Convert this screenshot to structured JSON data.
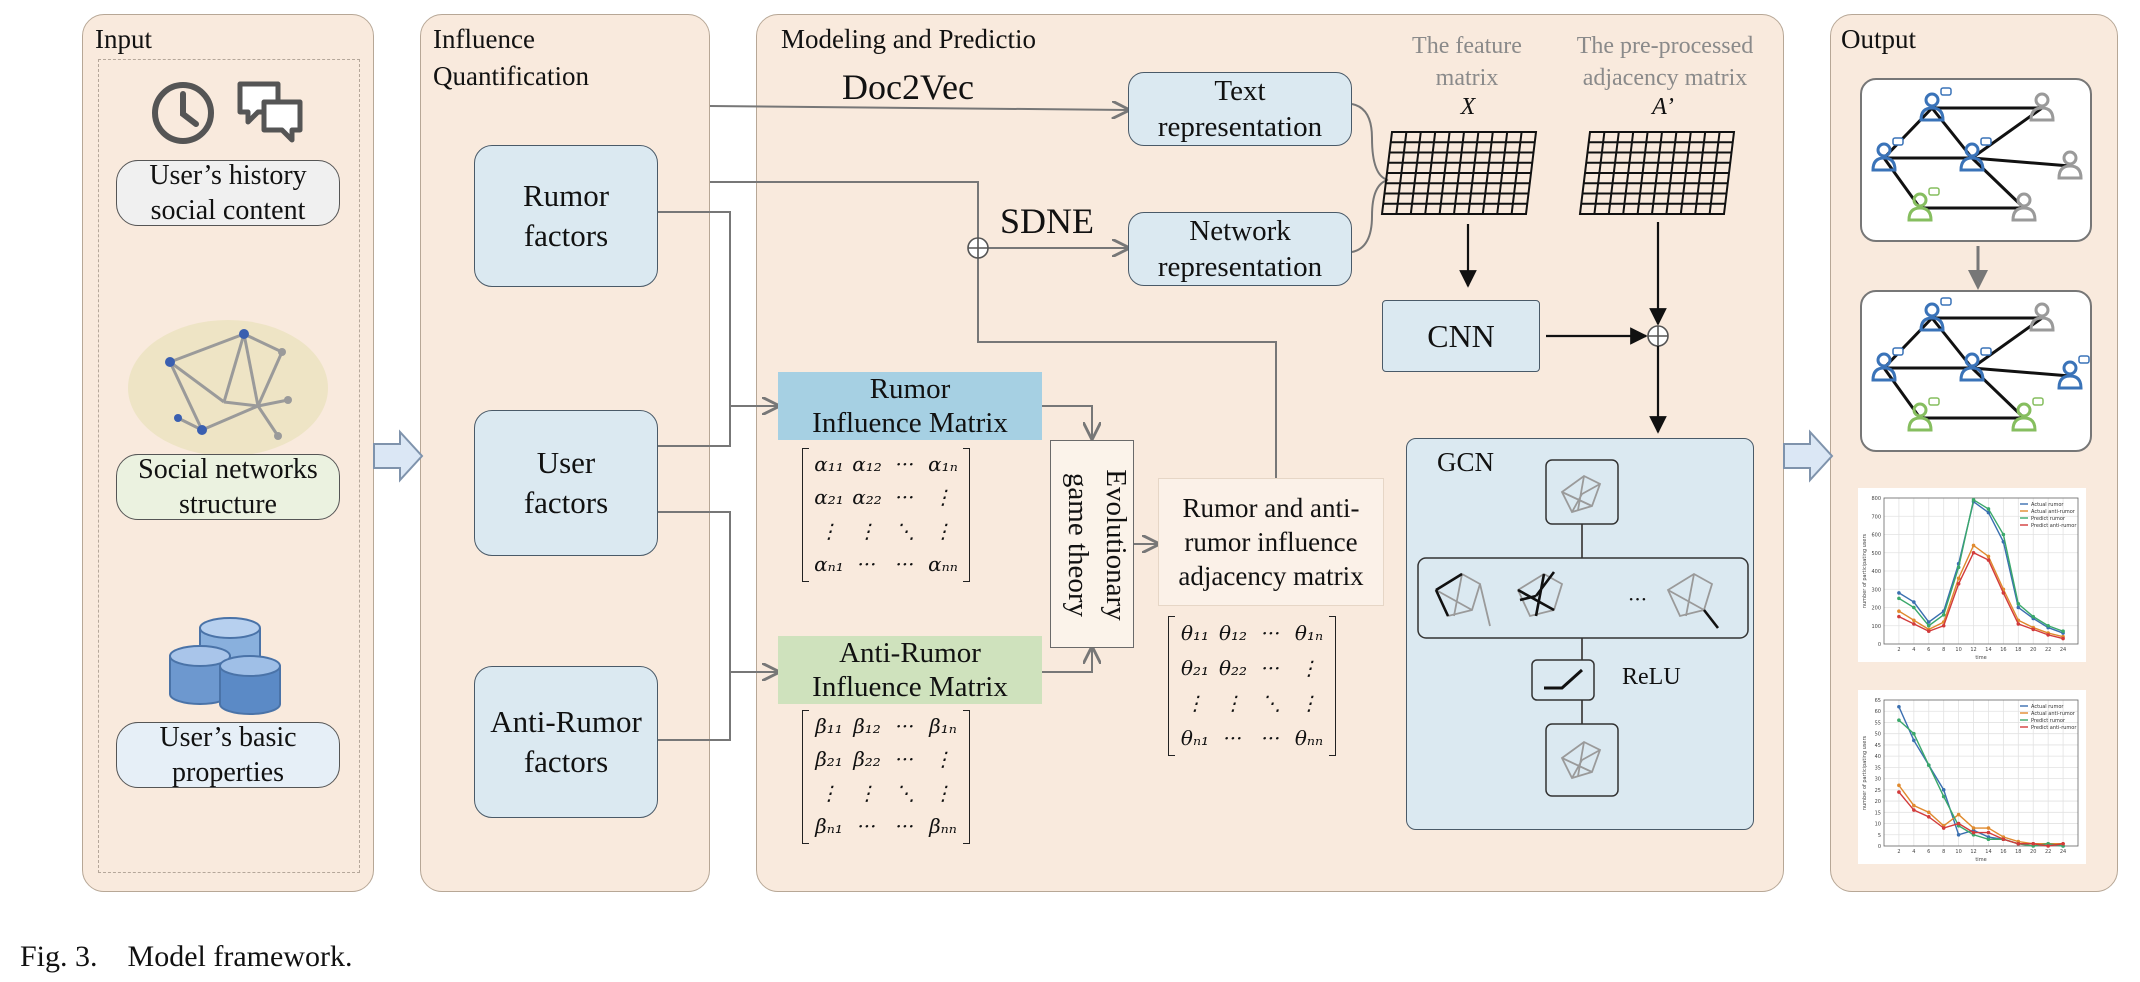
{
  "panels": {
    "input": "Input",
    "influence": "Influence\nQuantification",
    "modeling": "Modeling and Predictio",
    "output": "Output"
  },
  "inputs": {
    "history": "User’s history\nsocial content",
    "network": "Social networks\nstructure",
    "basic": "User’s basic\nproperties"
  },
  "factors": {
    "rumor": "Rumor\nfactors",
    "user": "User\nfactors",
    "anti": "Anti-Rumor\nfactors"
  },
  "modeling": {
    "doc2vec": "Doc2Vec",
    "sdne": "SDNE",
    "text_rep": "Text\nrepresentation",
    "network_rep": "Network\nrepresentation",
    "feature_matrix": "The feature\nmatrix",
    "feature_symbol": "X",
    "adj_matrix": "The pre-processed\nadjacency matrix",
    "adj_symbol": "A’",
    "cnn": "CNN",
    "rumor_matrix": "Rumor\nInfluence Matrix",
    "anti_matrix": "Anti-Rumor\nInfluence Matrix",
    "evolutionary": "Evolutionary\ngame theory",
    "combined": "Rumor and anti-\nrumor influence\nadjacency matrix",
    "gcn": "GCN",
    "relu": "ReLU",
    "dots": "···"
  },
  "matrices": {
    "alpha": [
      [
        "α₁₁",
        "α₁₂",
        "···",
        "α₁ₙ"
      ],
      [
        "α₂₁",
        "α₂₂",
        "···",
        "⋮"
      ],
      [
        "⋮",
        "⋮",
        "⋱",
        "⋮"
      ],
      [
        "αₙ₁",
        "···",
        "···",
        "αₙₙ"
      ]
    ],
    "beta": [
      [
        "β₁₁",
        "β₁₂",
        "···",
        "β₁ₙ"
      ],
      [
        "β₂₁",
        "β₂₂",
        "···",
        "⋮"
      ],
      [
        "⋮",
        "⋮",
        "⋱",
        "⋮"
      ],
      [
        "βₙ₁",
        "···",
        "···",
        "βₙₙ"
      ]
    ],
    "theta": [
      [
        "θ₁₁",
        "θ₁₂",
        "···",
        "θ₁ₙ"
      ],
      [
        "θ₂₁",
        "θ₂₂",
        "···",
        "⋮"
      ],
      [
        "⋮",
        "⋮",
        "⋱",
        "⋮"
      ],
      [
        "θₙ₁",
        "···",
        "···",
        "θₙₙ"
      ]
    ]
  },
  "output_charts": {
    "top": {
      "legend": [
        "Actual rumor",
        "Actual anti-rumor",
        "Predict rumor",
        "Predict anti-rumor"
      ],
      "x": [
        2,
        4,
        6,
        8,
        10,
        12,
        14,
        16,
        18,
        20,
        22,
        24
      ],
      "series": [
        {
          "name": "Actual rumor",
          "color": "#3a6fb0",
          "values": [
            280,
            230,
            120,
            180,
            440,
            780,
            720,
            560,
            200,
            140,
            90,
            60
          ]
        },
        {
          "name": "Actual anti-rumor",
          "color": "#e08a2e",
          "values": [
            180,
            130,
            80,
            120,
            360,
            540,
            480,
            300,
            130,
            90,
            60,
            40
          ]
        },
        {
          "name": "Predict rumor",
          "color": "#3aa86a",
          "values": [
            250,
            200,
            100,
            160,
            420,
            790,
            740,
            600,
            220,
            150,
            100,
            70
          ]
        },
        {
          "name": "Predict anti-rumor",
          "color": "#d23b3b",
          "values": [
            150,
            110,
            70,
            100,
            330,
            500,
            460,
            280,
            110,
            80,
            50,
            30
          ]
        }
      ],
      "ylim": [
        0,
        800
      ],
      "yticks": [
        0,
        100,
        200,
        300,
        400,
        500,
        600,
        700,
        800
      ],
      "xlabel": "time",
      "ylabel": "number of participating users"
    },
    "bottom": {
      "legend": [
        "Actual rumor",
        "Actual anti-rumor",
        "Predict rumor",
        "Predict anti-rumor"
      ],
      "x": [
        2,
        4,
        6,
        8,
        10,
        12,
        14,
        16,
        18,
        20,
        22,
        24
      ],
      "series": [
        {
          "name": "Actual rumor",
          "color": "#3a6fb0",
          "values": [
            62,
            47,
            36,
            25,
            5,
            7,
            4,
            3,
            1,
            1,
            1,
            0
          ]
        },
        {
          "name": "Actual anti-rumor",
          "color": "#e08a2e",
          "values": [
            27,
            18,
            15,
            9,
            14,
            8,
            8,
            4,
            2,
            1,
            1,
            1
          ]
        },
        {
          "name": "Predict rumor",
          "color": "#3aa86a",
          "values": [
            56,
            50,
            36,
            22,
            9,
            5,
            3,
            3,
            1,
            0,
            1,
            0
          ]
        },
        {
          "name": "Predict anti-rumor",
          "color": "#d23b3b",
          "values": [
            24,
            16,
            13,
            8,
            10,
            6,
            6,
            3,
            1,
            1,
            0,
            1
          ]
        }
      ],
      "ylim": [
        0,
        65
      ],
      "yticks": [
        0,
        5,
        10,
        15,
        20,
        25,
        30,
        35,
        40,
        45,
        50,
        55,
        60,
        65
      ],
      "xlabel": "time",
      "ylabel": "number of participating users"
    }
  },
  "caption": "Fig. 3.    Model framework.",
  "colors": {
    "panel": "#f9eadd",
    "box": "#dbe9f1",
    "rumor_header": "#a6d0e3",
    "anti_header": "#cfe2bd",
    "gcn": "#dbe9f1",
    "user_blue": "#3a73b8",
    "user_green": "#86be5f",
    "user_gray": "#9a9a9a"
  }
}
